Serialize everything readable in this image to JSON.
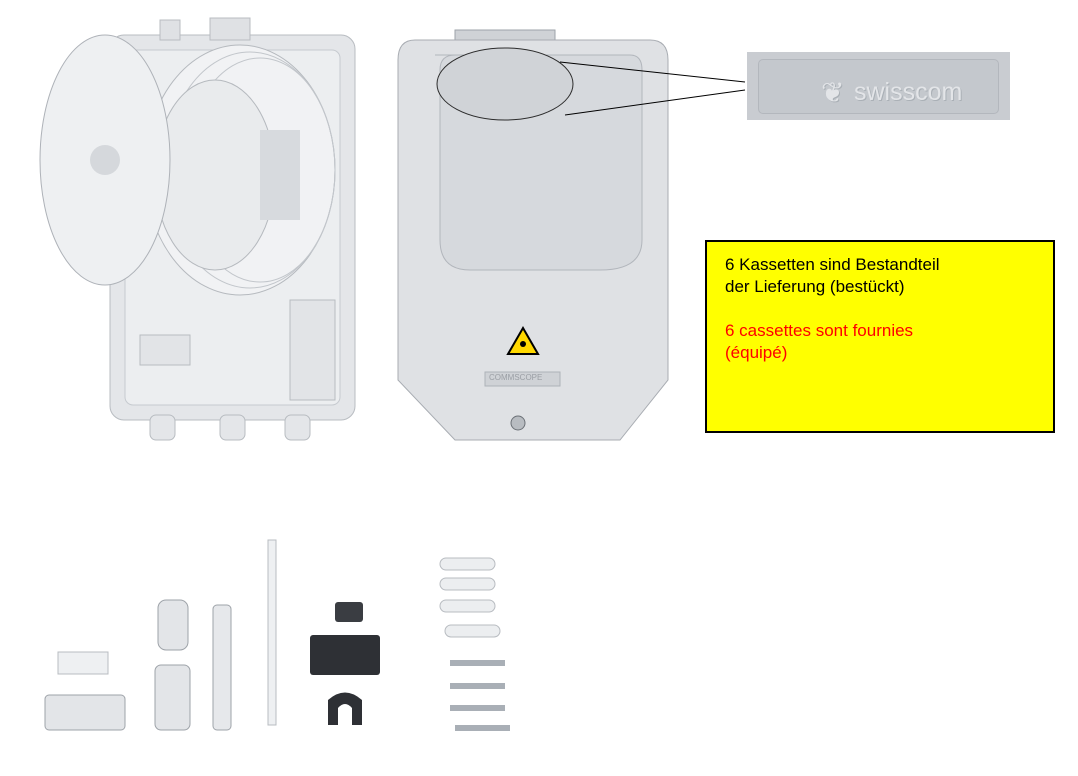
{
  "info_box": {
    "german_line1": "6 Kassetten sind Bestandteil",
    "german_line2": "der Lieferung (bestückt)",
    "french_line1": "6 cassettes sont fournies",
    "french_line2": "(équipé)",
    "background_color": "#ffff00",
    "german_color": "#000000",
    "french_color": "#ff0000"
  },
  "logo_plate": {
    "brand": "swisscom"
  },
  "cover_label": "COMMSCOPE"
}
